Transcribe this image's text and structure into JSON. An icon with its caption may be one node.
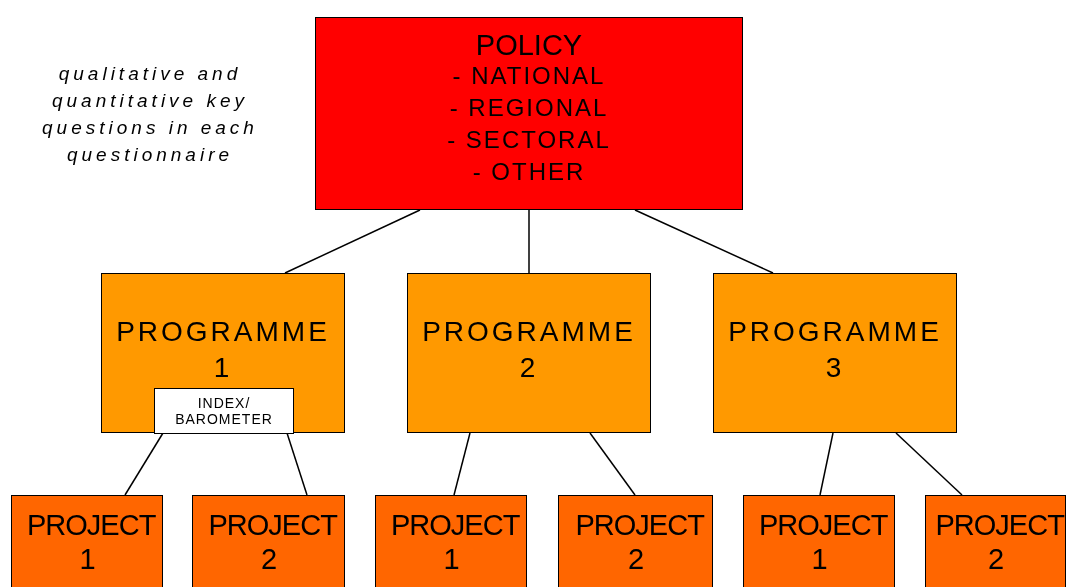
{
  "diagram": {
    "nodes": [
      {
        "text": [
          "POLICY",
          "- NATIONAL",
          "- REGIONAL",
          "- SECTORAL",
          "- OTHER"
        ]
      },
      {
        "text": [
          "PROGRAMME 1"
        ]
      },
      {
        "text": [
          "INDEX/ BAROMETER"
        ],
        "in": 1
      },
      {
        "text": [
          "PROGRAMME 2"
        ]
      },
      {
        "text": [
          "PROGRAMME 3"
        ]
      },
      {
        "text": [
          "PROJECT 1"
        ]
      },
      {
        "text": [
          "PROJECT 2"
        ]
      },
      {
        "text": [
          "PROJECT 1"
        ]
      },
      {
        "text": [
          "PROJECT 2"
        ]
      },
      {
        "text": [
          "PROJECT 1"
        ]
      },
      {
        "text": [
          "PROJECT 2"
        ]
      }
    ],
    "edges": [
      {
        "from": 0,
        "to": 1,
        "arrow": "none"
      },
      {
        "from": 0,
        "to": 3,
        "arrow": "none"
      },
      {
        "from": 0,
        "to": 4,
        "arrow": "none"
      },
      {
        "from": 1,
        "to": 5,
        "arrow": "none"
      },
      {
        "from": 1,
        "to": 6,
        "arrow": "none"
      },
      {
        "from": 3,
        "to": 7,
        "arrow": "none"
      },
      {
        "from": 3,
        "to": 8,
        "arrow": "none"
      },
      {
        "from": 4,
        "to": 9,
        "arrow": "none"
      },
      {
        "from": 4,
        "to": 10,
        "arrow": "none"
      }
    ],
    "labels": [
      "qualitative and quantitative key questions in each questionnaire"
    ]
  }
}
